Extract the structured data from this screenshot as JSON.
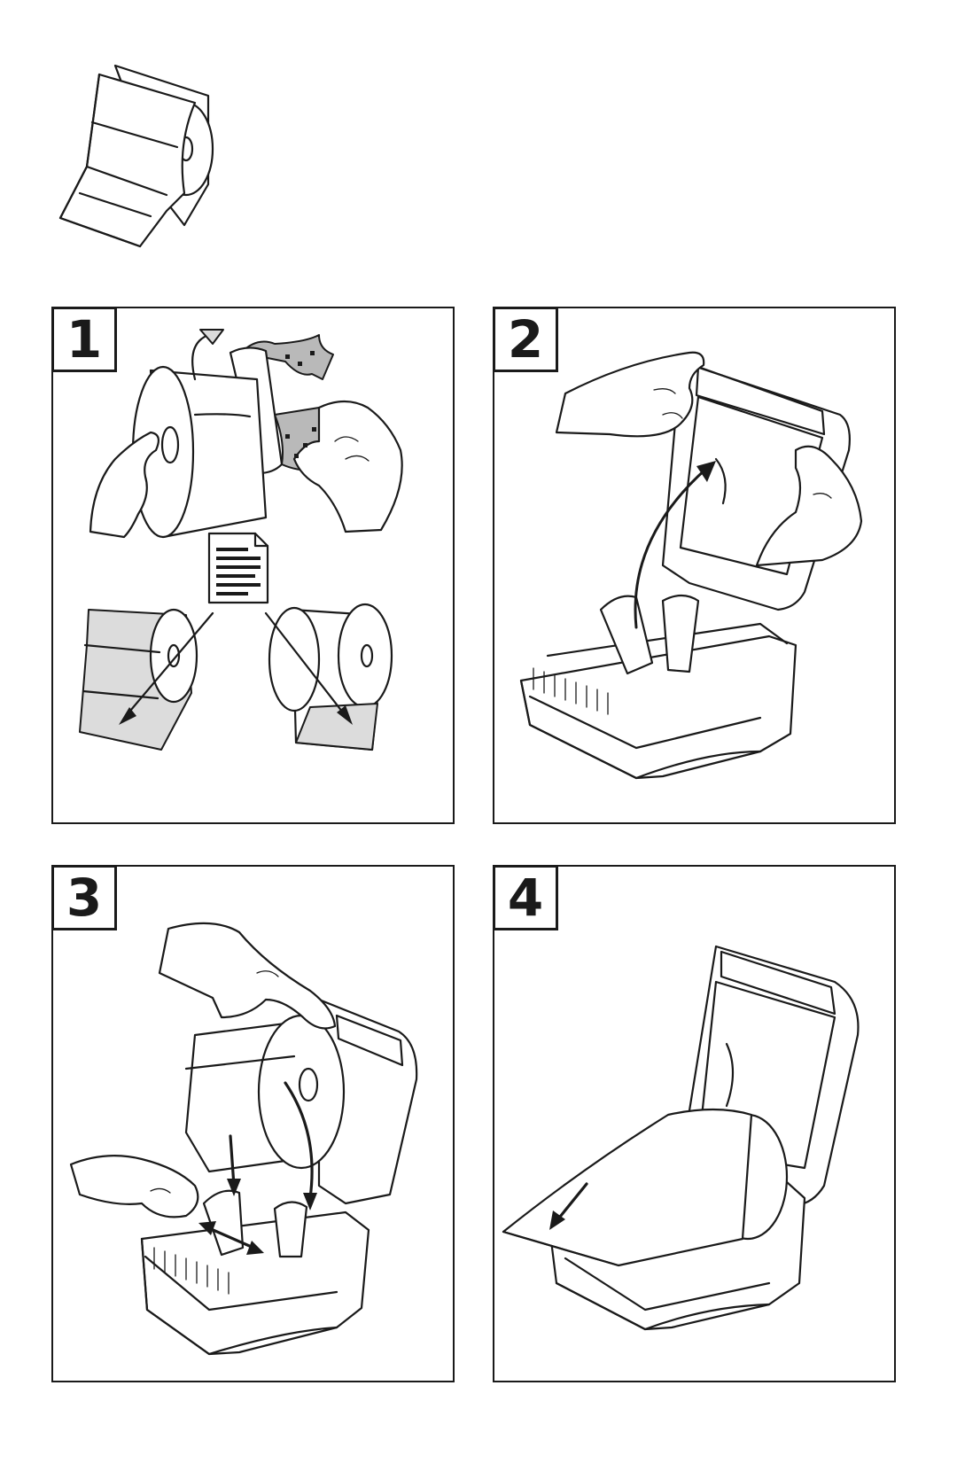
{
  "steps": [
    {
      "number": "1",
      "icon": "label-roll-orientation"
    },
    {
      "number": "2",
      "icon": "open-printer-cover"
    },
    {
      "number": "3",
      "icon": "load-media-roll"
    },
    {
      "number": "4",
      "icon": "feed-label-out"
    }
  ],
  "colors": {
    "line": "#1a1a1a",
    "fill_light": "#dcdcdc",
    "fill_dark": "#b9b9b9",
    "background": "#ffffff"
  }
}
